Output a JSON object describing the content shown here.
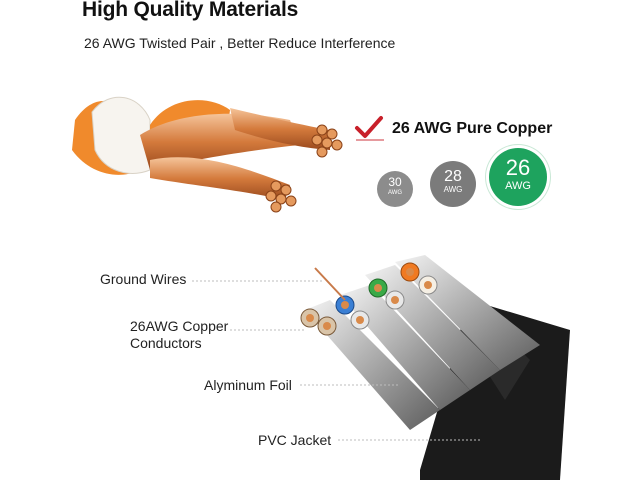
{
  "header": {
    "title": "High Quality Materials",
    "subtitle": "26 AWG Twisted Pair , Better Reduce Interference"
  },
  "copper": {
    "label": "26 AWG Pure Copper"
  },
  "gauges": [
    {
      "value": "30",
      "unit": "AWG",
      "color": "#8c8c8c"
    },
    {
      "value": "28",
      "unit": "AWG",
      "color": "#7b7b7b"
    },
    {
      "value": "26",
      "unit": "AWG",
      "color": "#1ea35e"
    }
  ],
  "callouts": {
    "ground": "Ground Wires",
    "copper_line1": "26AWG Copper",
    "copper_line2": "Conductors",
    "foil": "Alyminum Foil",
    "pvc": "PVC Jacket"
  },
  "colors": {
    "check": "#c8202a",
    "copper": "#d98a4a",
    "orange_wire": "#f07a22",
    "jacket": "#1b1b1b"
  }
}
